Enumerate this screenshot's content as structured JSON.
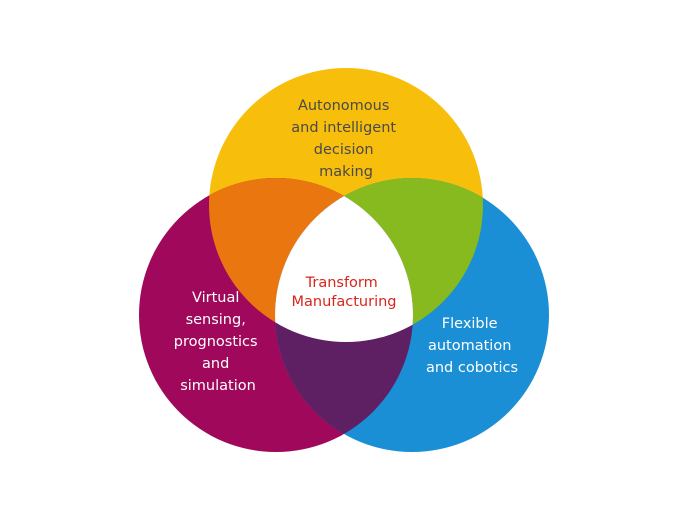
{
  "diagram": {
    "circles": {
      "top": {
        "lines": [
          "Autonomous",
          "and intelligent",
          "decision",
          "making"
        ],
        "color": "#F7BE0C"
      },
      "left": {
        "lines": [
          "Virtual",
          "sensing,",
          "prognostics",
          "and",
          "simulation"
        ],
        "color": "#A0095B"
      },
      "right": {
        "lines": [
          "Flexible",
          "automation",
          "and cobotics"
        ],
        "color": "#1A8FD6"
      }
    },
    "overlaps": {
      "top_left": "#E9760F",
      "top_right": "#86BA1E",
      "left_right": "#5E1F63",
      "center": "#FFFFFF"
    },
    "center": {
      "lines": [
        "Transform",
        "Manufacturing"
      ],
      "color": "#D9251C"
    },
    "top_text_color": "#4A4A4A",
    "side_text_color": "#FFFFFF"
  }
}
